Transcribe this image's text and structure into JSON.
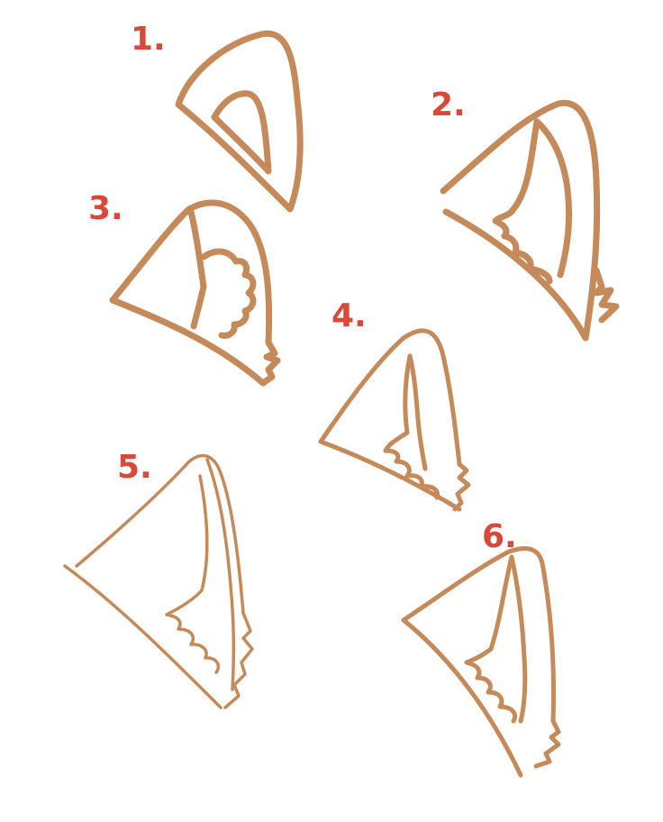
{
  "colors": {
    "stroke": "#c48a5a",
    "label": "#d9493a",
    "background": "#ffffff"
  },
  "labels": [
    "1.",
    "2.",
    "3.",
    "4.",
    "5.",
    "6."
  ]
}
